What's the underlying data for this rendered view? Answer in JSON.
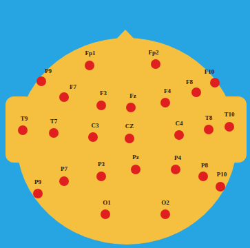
{
  "diagram": {
    "labels": [
      "Fp1",
      "Fp2",
      "P9",
      "F10",
      "F7",
      "F8",
      "F3",
      "Fz",
      "F4",
      "T9",
      "T7",
      "C3",
      "CZ",
      "C4",
      "T8",
      "T10",
      "Pz",
      "P3",
      "P4",
      "P7",
      "P8",
      "P9",
      "P10",
      "O1",
      "O2"
    ]
  }
}
